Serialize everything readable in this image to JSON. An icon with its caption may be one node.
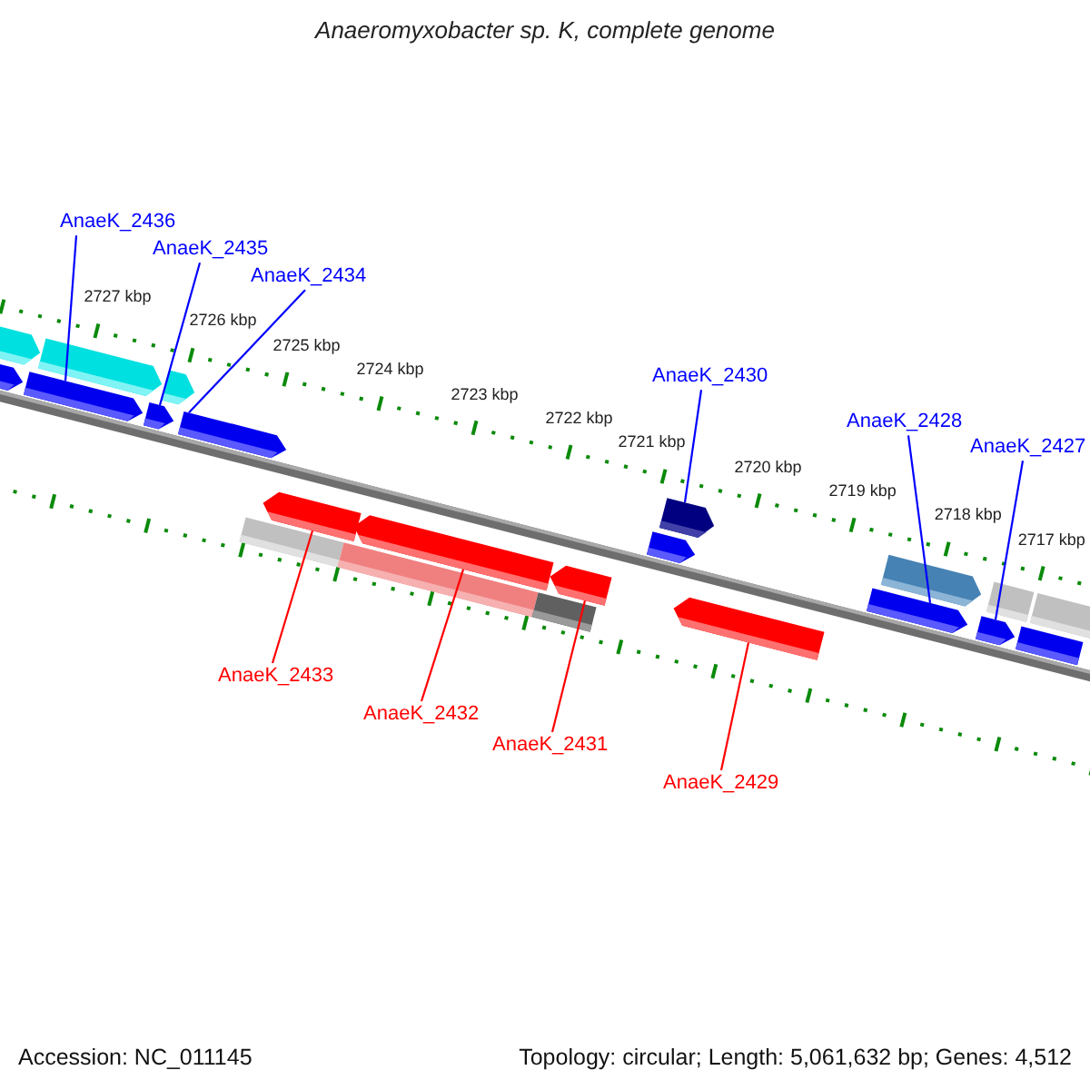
{
  "diagram": {
    "title": "Anaeromyxobacter sp. K, complete genome",
    "nodes": [
      {
        "text": [
          "AnaeK_2436"
        ]
      },
      {
        "text": [
          "AnaeK_2435"
        ]
      },
      {
        "text": [
          "AnaeK_2434"
        ]
      },
      {
        "text": [
          "AnaeK_2430"
        ]
      },
      {
        "text": [
          "AnaeK_2428"
        ]
      },
      {
        "text": [
          "AnaeK_2427"
        ]
      },
      {
        "text": [
          "AnaeK_2433"
        ]
      },
      {
        "text": [
          "AnaeK_2432"
        ]
      },
      {
        "text": [
          "AnaeK_2431"
        ]
      },
      {
        "text": [
          "AnaeK_2429"
        ]
      },
      {
        "text": [],
        "shape": "bar"
      },
      {
        "text": [],
        "shape": "bar"
      },
      {
        "text": [],
        "shape": "bar"
      },
      {
        "text": [],
        "shape": "bar"
      },
      {
        "text": [],
        "shape": "bar"
      },
      {
        "text": [],
        "shape": "bar"
      },
      {
        "text": [],
        "shape": "bar"
      },
      {
        "text": [],
        "shape": "box"
      },
      {
        "text": [],
        "shape": "bar"
      },
      {
        "text": [],
        "shape": "box"
      },
      {
        "text": [],
        "shape": "bar"
      },
      {
        "text": [],
        "shape": "box"
      },
      {
        "text": [],
        "shape": "bar"
      },
      {
        "text": [],
        "shape": "bar"
      },
      {
        "text": [],
        "shape": "bar"
      },
      {
        "text": [],
        "shape": "bar"
      },
      {
        "text": [],
        "shape": "bar"
      },
      {
        "text": [],
        "shape": "bar"
      },
      {
        "text": [],
        "shape": "bar"
      },
      {
        "text": [],
        "shape": "box"
      },
      {
        "text": [],
        "shape": "bar"
      },
      {
        "text": [],
        "shape": "box"
      }
    ],
    "edges": [
      {
        "from": 0,
        "to": 12,
        "arrow": "none"
      },
      {
        "from": 1,
        "to": 14,
        "arrow": "none"
      },
      {
        "from": 2,
        "to": 16,
        "arrow": "none"
      },
      {
        "from": 3,
        "to": 24,
        "arrow": "none"
      },
      {
        "from": 4,
        "to": 26,
        "arrow": "none"
      },
      {
        "from": 5,
        "to": 28,
        "arrow": "none"
      },
      {
        "from": 6,
        "to": 18,
        "arrow": "none",
        "color": "#ff0000"
      },
      {
        "from": 7,
        "to": 20,
        "arrow": "none",
        "color": "#ff0000"
      },
      {
        "from": 8,
        "to": 22,
        "arrow": "none",
        "color": "#ff0000"
      },
      {
        "from": 9,
        "to": 25,
        "arrow": "none",
        "color": "#ff0000"
      }
    ],
    "labels": [
      "2727 kbp",
      "2726 kbp",
      "2725 kbp",
      "2724 kbp",
      "2723 kbp",
      "2722 kbp",
      "2721 kbp",
      "2720 kbp",
      "2719 kbp",
      "2718 kbp",
      "2717 kbp",
      "Accession: NC_011145",
      "Topology: circular; Length: 5,061,632 bp; Genes: 4,512"
    ]
  }
}
